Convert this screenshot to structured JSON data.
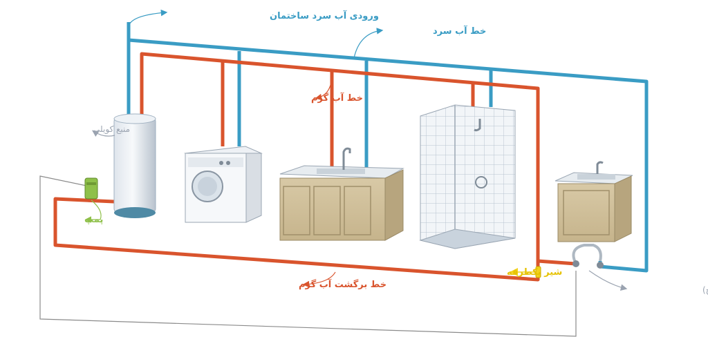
{
  "labels": {
    "building_cold_inlet": "ورودی آب سرد ساختمان",
    "cold_water_line": "خط آب سرد",
    "hot_water_line": "خط آب گرم",
    "coil_tank": "منبع کویلی",
    "pump": "پمپ",
    "hot_water_return_line": "خط برگشت آب گرم",
    "check_valve": "شیر یکطرفه",
    "thermostat": "ترموستات دما (سوییچ)"
  },
  "colors": {
    "cold_pipe": "#3a9cc4",
    "hot_pipe": "#d9542d",
    "control_wire": "#8a8a8a",
    "check_valve": "#f2d21c",
    "pump": "#8fc04a",
    "label_gray": "#9aa3b0"
  }
}
